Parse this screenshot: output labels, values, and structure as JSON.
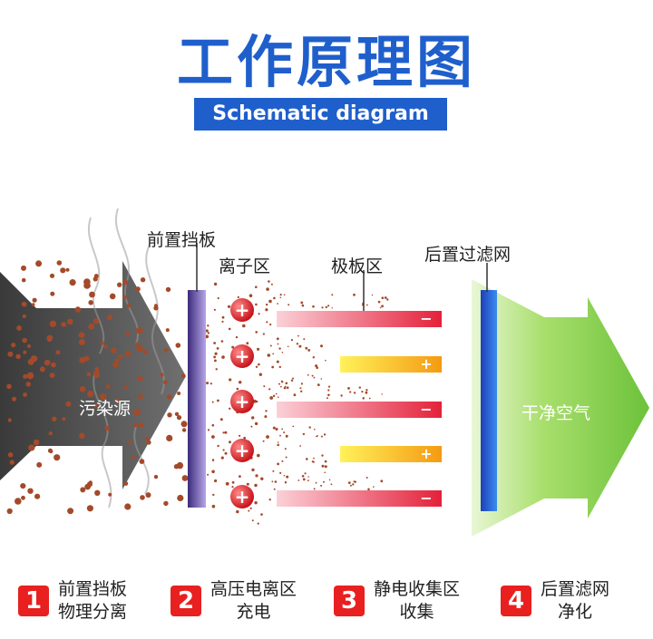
{
  "title": "工作原理图",
  "subtitle": "Schematic diagram",
  "labels": {
    "front_baffle": "前置挡板",
    "ion_zone": "离子区",
    "plate_zone": "极板区",
    "rear_filter": "后置过滤网",
    "pollution_source": "污染源",
    "clean_air": "干净空气"
  },
  "signs": {
    "plus": "+",
    "minus": "−"
  },
  "legend": [
    {
      "num": "1",
      "line1": "前置挡板",
      "line2": "物理分离"
    },
    {
      "num": "2",
      "line1": "高压电离区",
      "line2": "充电"
    },
    {
      "num": "3",
      "line1": "静电收集区",
      "line2": "收集"
    },
    {
      "num": "4",
      "line1": "后置滤网",
      "line2": "净化"
    }
  ],
  "colors": {
    "brand_blue": "#1f5fcc",
    "legend_red": "#e8201f",
    "arrow_gray": "#555555",
    "arrow_green": "#8fd14f"
  }
}
